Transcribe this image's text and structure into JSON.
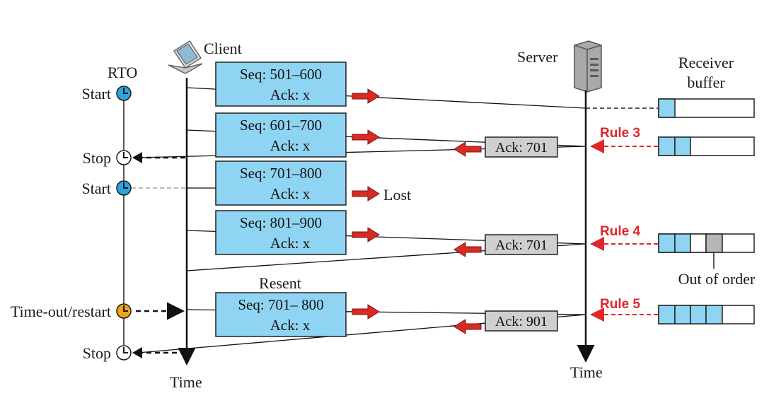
{
  "colors": {
    "segment_fill": "#8fd4f2",
    "ack_fill": "#cfcfcf",
    "rule": "#e0262b",
    "arrow_red": "#d92a24",
    "clock_blue": "#2aa6de",
    "clock_orange": "#f0a41c",
    "buffer_fill": "#8fd4f2",
    "buffer_out_of_order": "#b7b7b7"
  },
  "labels": {
    "client": "Client",
    "server": "Server",
    "rto": "RTO",
    "receiver_buffer_line1": "Receiver",
    "receiver_buffer_line2": "buffer",
    "time_client": "Time",
    "time_server": "Time",
    "lost": "Lost",
    "resent": "Resent",
    "out_of_order": "Out of order"
  },
  "rto_events": [
    {
      "label": "Start",
      "clock": "blue"
    },
    {
      "label": "Stop",
      "clock": "white"
    },
    {
      "label": "Start",
      "clock": "blue"
    },
    {
      "label": "Time-out/restart",
      "clock": "orange"
    },
    {
      "label": "Stop",
      "clock": "white"
    }
  ],
  "segments": [
    {
      "seq": "Seq: 501–600",
      "ack": "Ack: x"
    },
    {
      "seq": "Seq: 601–700",
      "ack": "Ack: x"
    },
    {
      "seq": "Seq: 701–800",
      "ack": "Ack: x"
    },
    {
      "seq": "Seq: 801–900",
      "ack": "Ack: x"
    },
    {
      "seq": "Seq: 701– 800",
      "ack": "Ack: x"
    }
  ],
  "acks": [
    "Ack: 701",
    "Ack: 701",
    "Ack: 901"
  ],
  "rules": [
    "Rule 3",
    "Rule 4",
    "Rule 5"
  ],
  "receiver_buffers": [
    {
      "cells": [
        "filled",
        "empty",
        "empty",
        "empty",
        "empty"
      ]
    },
    {
      "cells": [
        "filled",
        "filled",
        "empty",
        "empty",
        "empty"
      ]
    },
    {
      "cells": [
        "filled",
        "filled",
        "empty",
        "out-of-order",
        "empty"
      ]
    },
    {
      "cells": [
        "filled",
        "filled",
        "filled",
        "filled",
        "empty"
      ]
    }
  ]
}
